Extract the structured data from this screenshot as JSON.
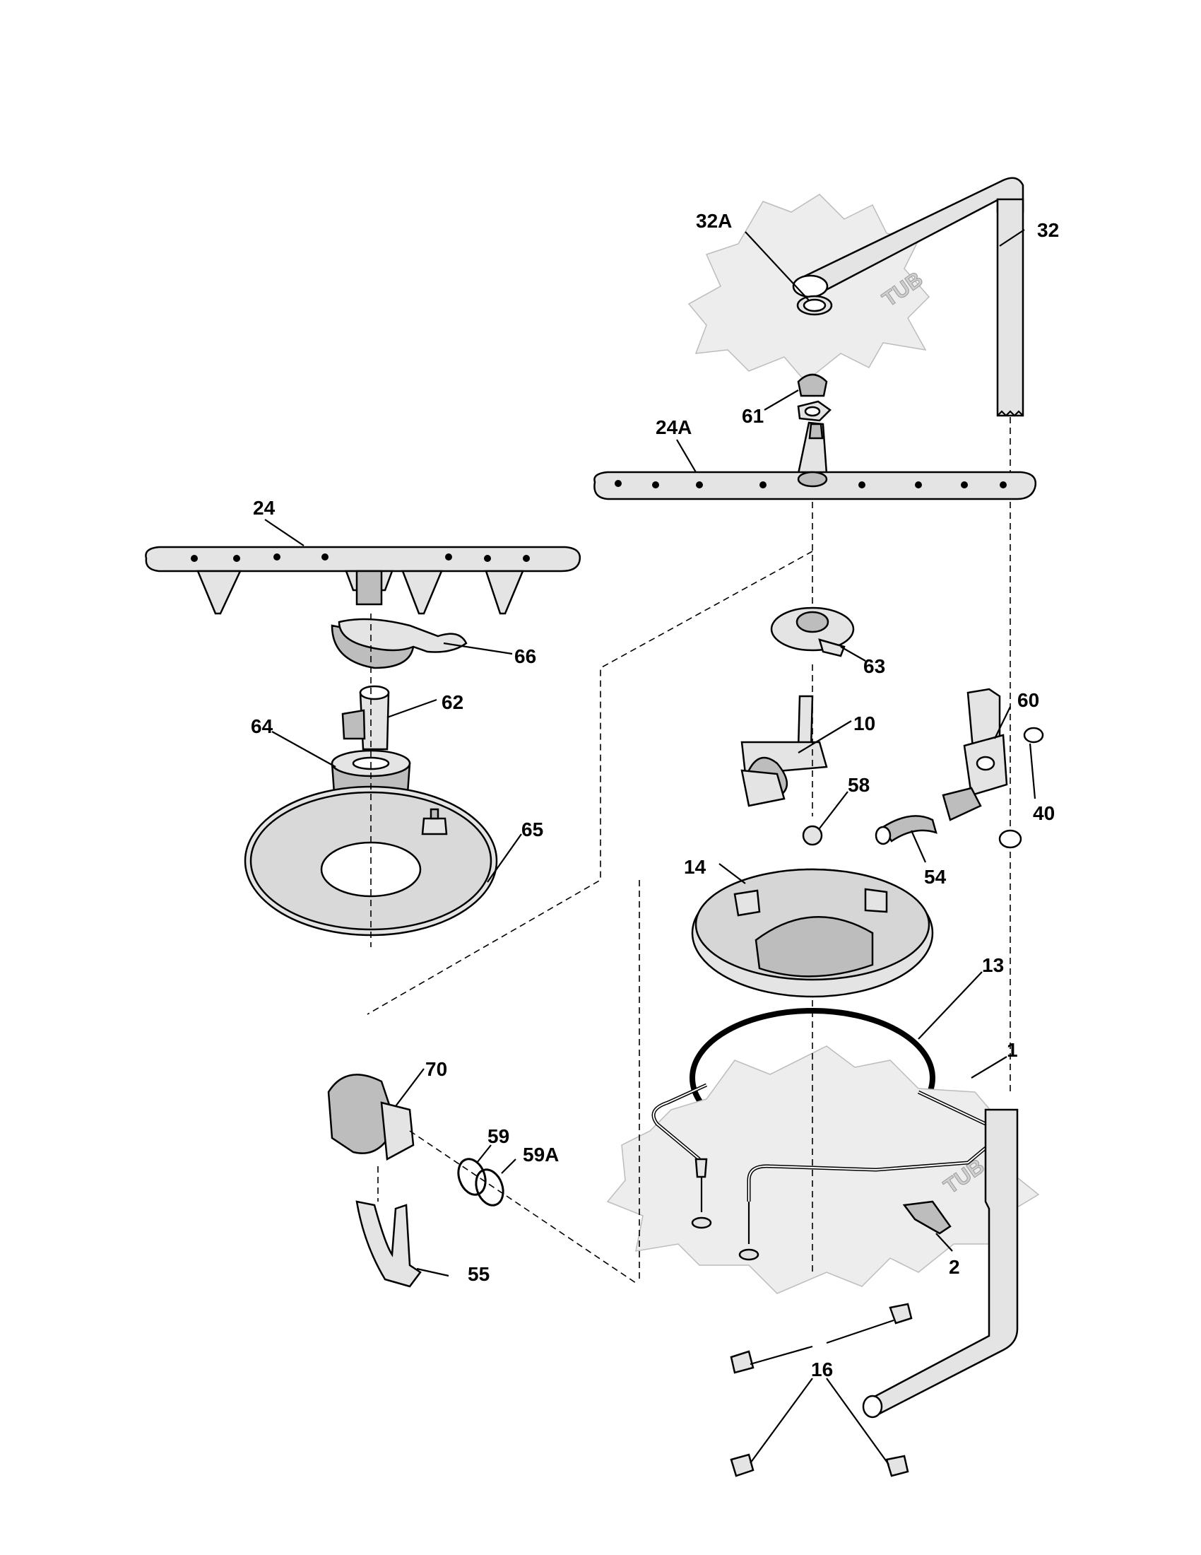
{
  "callouts": [
    {
      "id": "c32A",
      "text": "32A"
    },
    {
      "id": "c32",
      "text": "32"
    },
    {
      "id": "c61",
      "text": "61"
    },
    {
      "id": "c24A",
      "text": "24A"
    },
    {
      "id": "c24",
      "text": "24"
    },
    {
      "id": "c66",
      "text": "66"
    },
    {
      "id": "c63",
      "text": "63"
    },
    {
      "id": "c62",
      "text": "62"
    },
    {
      "id": "c60",
      "text": "60"
    },
    {
      "id": "c64",
      "text": "64"
    },
    {
      "id": "c10",
      "text": "10"
    },
    {
      "id": "c58",
      "text": "58"
    },
    {
      "id": "c40",
      "text": "40"
    },
    {
      "id": "c65",
      "text": "65"
    },
    {
      "id": "c54",
      "text": "54"
    },
    {
      "id": "c14",
      "text": "14"
    },
    {
      "id": "c13",
      "text": "13"
    },
    {
      "id": "c1",
      "text": "1"
    },
    {
      "id": "c70",
      "text": "70"
    },
    {
      "id": "c59",
      "text": "59"
    },
    {
      "id": "c59A",
      "text": "59A"
    },
    {
      "id": "c2",
      "text": "2"
    },
    {
      "id": "c55",
      "text": "55"
    },
    {
      "id": "c16",
      "text": "16"
    }
  ],
  "tub_labels": [
    "TUB",
    "TUB"
  ]
}
